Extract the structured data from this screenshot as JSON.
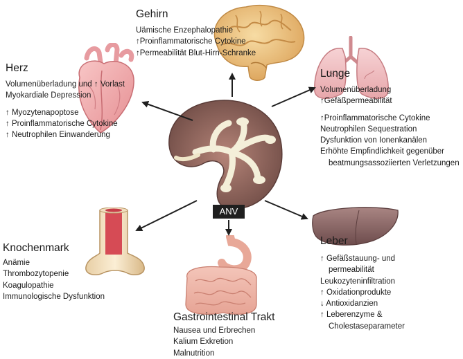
{
  "center": {
    "label": "ANV"
  },
  "organs": {
    "brain": {
      "title": "Gehirn",
      "lines": [
        "Uämische Enzephalopathie",
        "↑Proinflammatorische Cytokine",
        "↑Permeabilität Blut-Hirn-Schranke"
      ]
    },
    "heart": {
      "title": "Herz",
      "lines": [
        "Volumenüberladung und ↑ Vorlast",
        "Myokardiale Depression",
        "↑ Myozytenapoptose",
        "↑ Proinflammatorische Cytokine",
        "↑ Neutrophilen Einwanderung"
      ]
    },
    "lung": {
      "title": "Lunge",
      "lines": [
        "Volumenüberladung",
        "↑Gefäßpermeabilität",
        "↑Proinflammatorische Cytokine",
        "Neutrophilen Sequestration",
        "Dysfunktion von Ionenkanälen",
        "Erhöhte Empfindlichkeit gegenüber",
        "beatmungsassoziierten Verletzungen"
      ]
    },
    "bone_marrow": {
      "title": "Knochenmark",
      "lines": [
        "Anämie",
        "Thrombozytopenie",
        "Koagulopathie",
        "Immunologische Dysfunktion"
      ]
    },
    "gi": {
      "title": "Gastrointestinal Trakt",
      "lines": [
        "Nausea und Erbrechen",
        "Kalium Exkretion",
        "Malnutrition"
      ]
    },
    "liver": {
      "title": "Leber",
      "lines": [
        "↑ Gefäßstauung- und",
        "permeabilität",
        "Leukozyteninfiltration",
        "↑ Oxidationprodukte",
        "↓ Antioxidanzien",
        "↑ Leberenzyme &",
        "Cholestaseparameter"
      ]
    }
  }
}
